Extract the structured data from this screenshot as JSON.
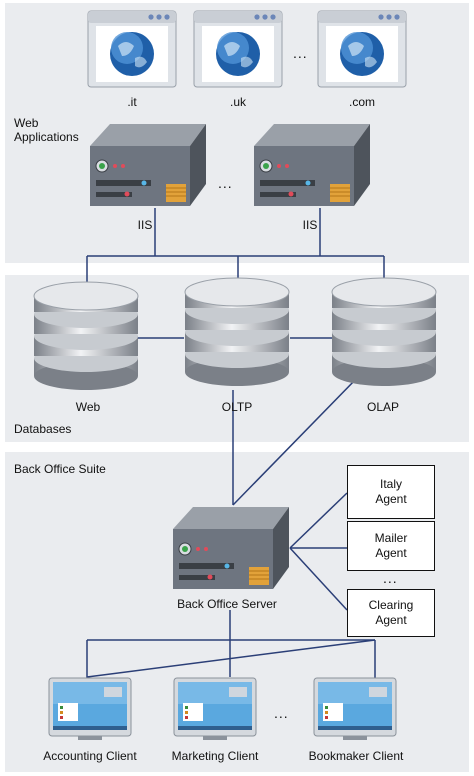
{
  "colors": {
    "panel": "#eaecef",
    "line": "#2b3f77",
    "screen": "#5aa8df",
    "server": "#6e7580"
  },
  "web_section": {
    "label": "Web Applications",
    "browsers": [
      {
        "label": ".it"
      },
      {
        "label": ".uk"
      },
      {
        "label": ".com"
      }
    ],
    "browser_ellipsis": "...",
    "servers": [
      {
        "label": "IIS"
      },
      {
        "label": "IIS"
      }
    ],
    "server_ellipsis": "..."
  },
  "db_section": {
    "label": "Databases",
    "databases": [
      {
        "label": "Web"
      },
      {
        "label": "OLTP"
      },
      {
        "label": "OLAP"
      }
    ]
  },
  "backoffice_section": {
    "label": "Back Office Suite",
    "server_label": "Back Office Server",
    "agents": [
      {
        "line1": "Italy",
        "line2": "Agent"
      },
      {
        "line1": "Mailer",
        "line2": "Agent"
      },
      {
        "line1": "Clearing",
        "line2": "Agent"
      }
    ],
    "agent_ellipsis": "...",
    "clients": [
      {
        "label": "Accounting Client"
      },
      {
        "label": "Marketing Client"
      },
      {
        "label": "Bookmaker Client"
      }
    ],
    "client_ellipsis": "..."
  },
  "icons": {
    "browser": "globe-browser-icon",
    "server": "server-icon",
    "database": "database-cylinder-icon",
    "client": "desktop-client-icon"
  }
}
